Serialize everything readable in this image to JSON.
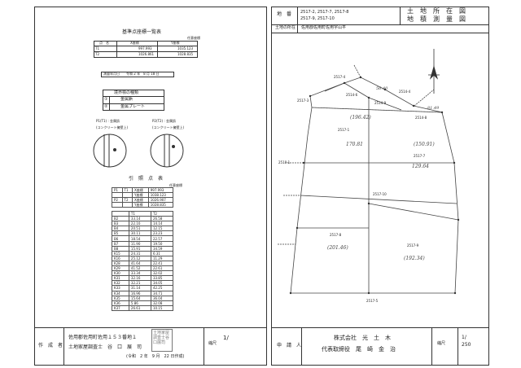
{
  "header": {
    "chiban_label": "地　番",
    "chiban_value_1": "2517-2, 2517-7, 2517-8",
    "chiban_value_2": "2517-9, 2517-10",
    "title_1": "土　地　所　在　図",
    "title_2": "地　積　測　量　図",
    "location_label": "土地の所在",
    "location_value": "佐用郡佐用町佐用字山平"
  },
  "reference_points": {
    "title": "基準点座標一覧表",
    "subtitle": "任意座標",
    "columns": [
      "点　名",
      "X座標",
      "Y座標"
    ],
    "rows": [
      [
        "T1",
        "997.993",
        "1035.123"
      ],
      [
        "T2",
        "1026.861",
        "1028.835"
      ]
    ]
  },
  "survey_date": "測量年月日　　令和 2 年　8 月 18 日",
  "marker_types": {
    "title": "境界標の種類",
    "items": [
      {
        "symbol": "①",
        "label": "金属鋲"
      },
      {
        "symbol": "②",
        "label": "金属プレート"
      }
    ],
    "diagram_1_label": "P1(T1) : 金属鋲",
    "diagram_1_sub": "(コンクリート擁壁上)",
    "diagram_2_label": "P2(T2) : 金属鋲",
    "diagram_2_sub": "(コンクリート擁壁上)"
  },
  "boundary_points": {
    "title": "引　照　点　表",
    "subtitle": "任意座標",
    "ref_rows": [
      [
        "P1",
        "T1",
        "X座標",
        "997.993"
      ],
      [
        "",
        "",
        "Y座標",
        "1038.123"
      ],
      [
        "P2",
        "T2",
        "X座標",
        "1026.907"
      ],
      [
        "",
        "",
        "Y座標",
        "1028.835"
      ]
    ],
    "dist_header": [
      "",
      "T1",
      "T2"
    ],
    "rows": [
      [
        "B2",
        "33.14",
        "26.58"
      ],
      [
        "B3",
        "22.10",
        "14.14"
      ],
      [
        "B4",
        "20.51",
        "12.15"
      ],
      [
        "B5",
        "30.11",
        "23.23"
      ],
      [
        "B6",
        "18.54",
        "22.57"
      ],
      [
        "B7",
        "11.90",
        "19.50"
      ],
      [
        "B8",
        "15.91",
        "34.59"
      ],
      [
        "K15",
        "24.31",
        "6.31"
      ],
      [
        "K16",
        "25.12",
        "11.29"
      ],
      [
        "K28",
        "41.64",
        "22.41"
      ],
      [
        "K29",
        "41.52",
        "22.61"
      ],
      [
        "K30",
        "33.34",
        "32.02"
      ],
      [
        "K31",
        "32.16",
        "33.85"
      ],
      [
        "K32",
        "32.21",
        "34.05"
      ],
      [
        "K33",
        "31.14",
        "42.25"
      ],
      [
        "K34",
        "16.96",
        "34.71"
      ],
      [
        "K35",
        "15.64",
        "36.04"
      ],
      [
        "K36",
        "5.86",
        "32.08"
      ],
      [
        "K37",
        "26.61",
        "10.15"
      ]
    ]
  },
  "plan": {
    "labels": [
      "2517-4",
      "2517-3",
      "2514-6",
      "2514-8",
      "2514-9",
      "2514-4",
      "2517-1",
      "2517-7",
      "2518-1",
      "2517-10",
      "2517-8",
      "2517-9",
      "2517-5"
    ],
    "hand_notes": [
      "(196.42)",
      "170.81",
      "(150.91)",
      "129.64",
      "(201.46)",
      "(192.34)",
      "81.49",
      "56.40"
    ]
  },
  "footer": {
    "maker_label": "作　成　者",
    "maker_address": "佐用郡佐用町佐用１５３番地１",
    "maker_name": "土地家屋調査士　谷　口　展　司",
    "maker_date": "(令和　2 年　9 月　22 日作成)",
    "scale_label": "縮尺",
    "scale_value": "1/",
    "applicant_label": "申　請　人",
    "applicant_company": "株式会社　光　土　木",
    "applicant_rep": "代表取締役　尾　崎　金　治",
    "sheet_label": "縮尺",
    "sheet_value": "1/\n250",
    "stamp_text": "土地家屋調査士谷口展司"
  }
}
